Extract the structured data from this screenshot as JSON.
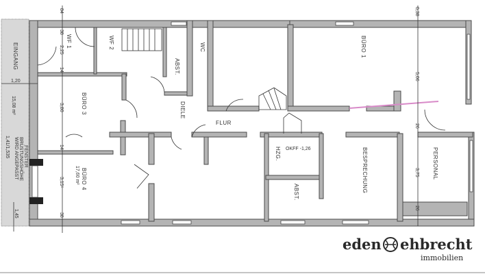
{
  "rooms": {
    "wf1": "WF 1",
    "wf2": "WF 2",
    "abst_top": "ABST.",
    "wc": "WC",
    "buero1": "BÜRO 1",
    "buero3": "BÜRO 3",
    "diele": "DIELE",
    "flur": "FLUR",
    "hzg": "HZG.",
    "okff": "OKFF -1,26",
    "abst_bottom": "ABST.",
    "besprechung": "BESPRECHUNG",
    "personal": "PERSONAL",
    "buero4": "BÜRO 4",
    "buero4_area": "17,60 m²"
  },
  "exterior": {
    "eingang": "EINGANG",
    "width": "1,20",
    "area": "15,08 m²",
    "fenster_note_1": "FENSTER",
    "fenster_note_2": "BRÜSTUNGSHÖHE",
    "fenster_note_3": "WIRD ANGEPASST",
    "fenster_note_4": "1,41/1,535",
    "dim_145": "1,45"
  },
  "dimensions_left": [
    "84",
    "38",
    "2,25",
    "14",
    "3,80",
    "14",
    "3,15⁵",
    "38"
  ],
  "dimensions_right": [
    "0,38",
    "5,06",
    "26",
    "3,75",
    "26"
  ],
  "logo": {
    "left": "eden",
    "right": "ehbrecht",
    "sub": "immobilien"
  }
}
